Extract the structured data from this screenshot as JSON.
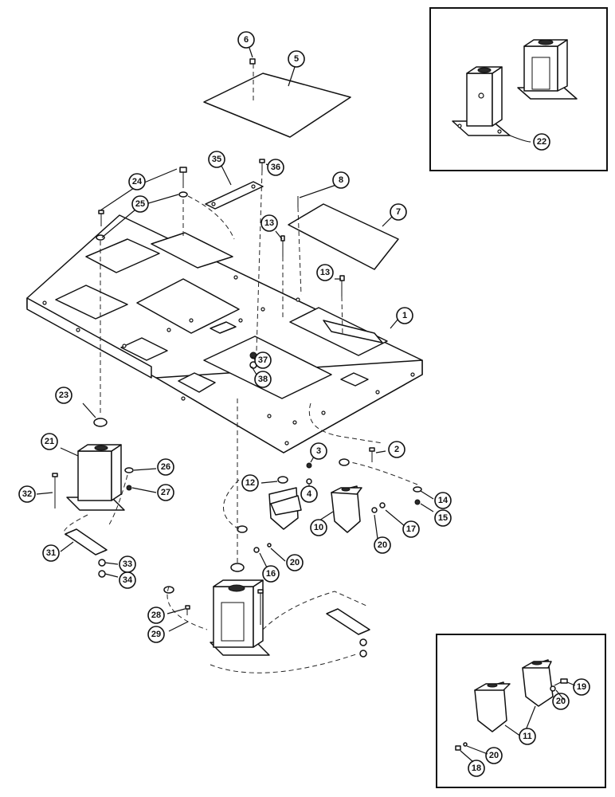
{
  "callouts": {
    "c1": "1",
    "c2": "2",
    "c3": "3",
    "c4": "4",
    "c5": "5",
    "c6": "6",
    "c7": "7",
    "c8": "8",
    "c10": "10",
    "c12": "12",
    "c13a": "13",
    "c13b": "13",
    "c14": "14",
    "c15": "15",
    "c16": "16",
    "c17": "17",
    "c20a": "20",
    "c20b": "20",
    "c21": "21",
    "c23": "23",
    "c24": "24",
    "c25": "25",
    "c26": "26",
    "c27": "27",
    "c28": "28",
    "c29": "29",
    "c31": "31",
    "c32": "32",
    "c33": "33",
    "c34": "34",
    "c35": "35",
    "c36": "36",
    "c37": "37",
    "c38": "38"
  },
  "inset_top": {
    "c22": "22"
  },
  "inset_bottom": {
    "c11": "11",
    "c18": "18",
    "c19": "19",
    "c20": "20"
  }
}
